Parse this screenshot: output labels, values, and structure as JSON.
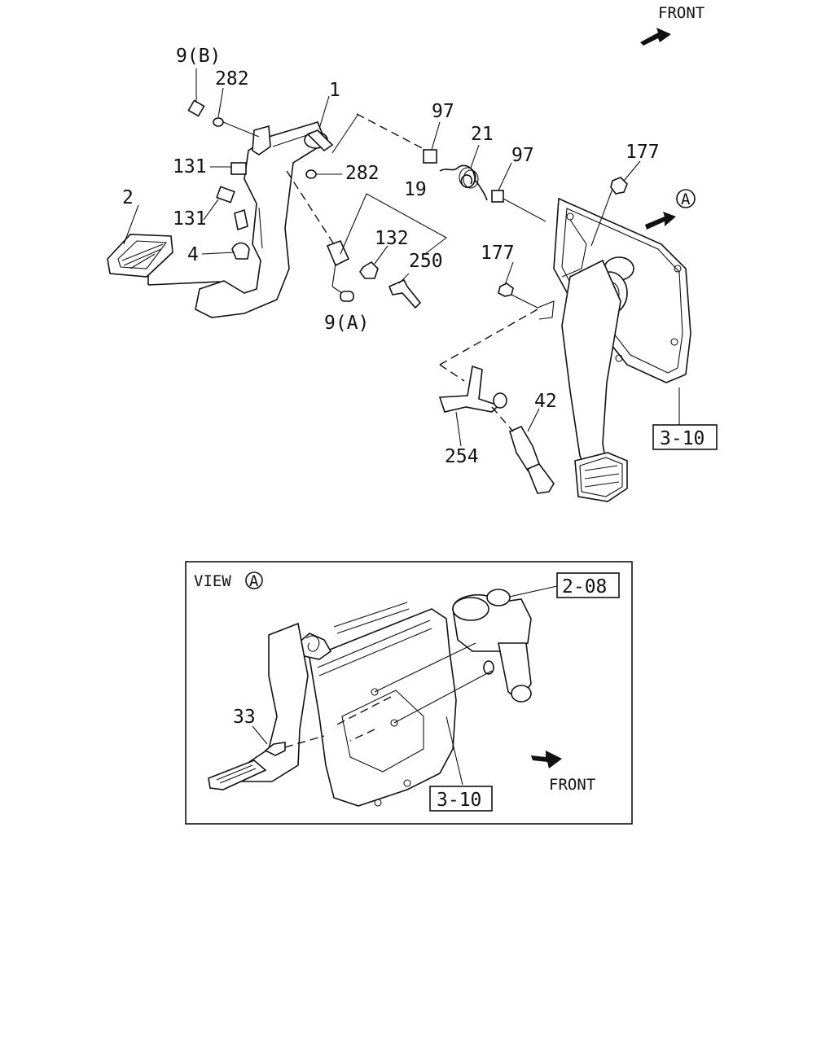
{
  "header": {
    "front_label": "FRONT"
  },
  "callouts": {
    "c9b": "9(B)",
    "c282_top": "282",
    "c1": "1",
    "c97_left": "97",
    "c21": "21",
    "c97_right": "97",
    "c177_top": "177",
    "c131_top": "131",
    "c282_mid": "282",
    "c19": "19",
    "c2": "2",
    "c131_mid": "131",
    "cA_marker": "A",
    "c132": "132",
    "c4": "4",
    "c250": "250",
    "c177_mid": "177",
    "c9a": "9(A)",
    "c42": "42",
    "c254": "254",
    "ref_310_main": "3-10"
  },
  "view_a": {
    "title": "VIEW",
    "marker": "A",
    "ref_208": "2-08",
    "c33": "33",
    "front_label": "FRONT",
    "ref_310": "3-10"
  }
}
